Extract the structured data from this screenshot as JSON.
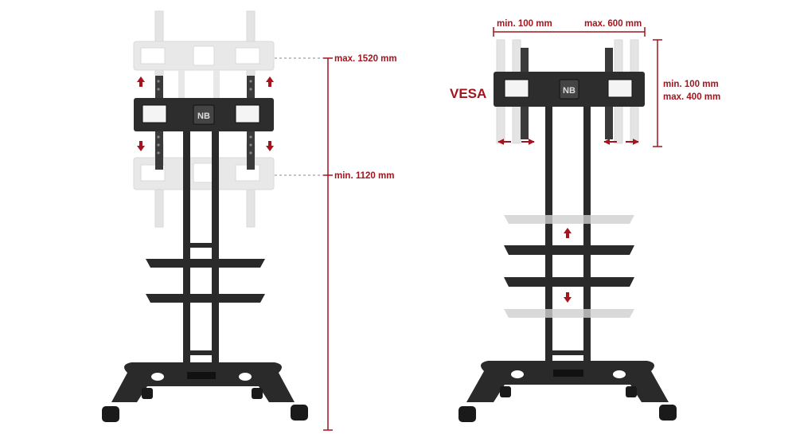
{
  "left_panel": {
    "max_height_label": "max. 1520 mm",
    "min_height_label": "min.  1120 mm"
  },
  "right_panel": {
    "vesa_label": "VESA",
    "width_min_label": "min. 100 mm",
    "width_max_label": "max. 600 mm",
    "height_min_label": "min.  100 mm",
    "height_max_label": "max. 400 mm"
  },
  "colors": {
    "accent": "#a3141e",
    "metal": "#2a2a2a",
    "ghost": "#cfcfcf",
    "ghost_stroke": "#b9b9b9",
    "background": "#ffffff"
  },
  "icons": {
    "logo": "nb-logo",
    "arrow_up": "arrow-up-icon",
    "arrow_down": "arrow-down-icon",
    "arrow_left": "arrow-left-icon",
    "arrow_right": "arrow-right-icon"
  }
}
